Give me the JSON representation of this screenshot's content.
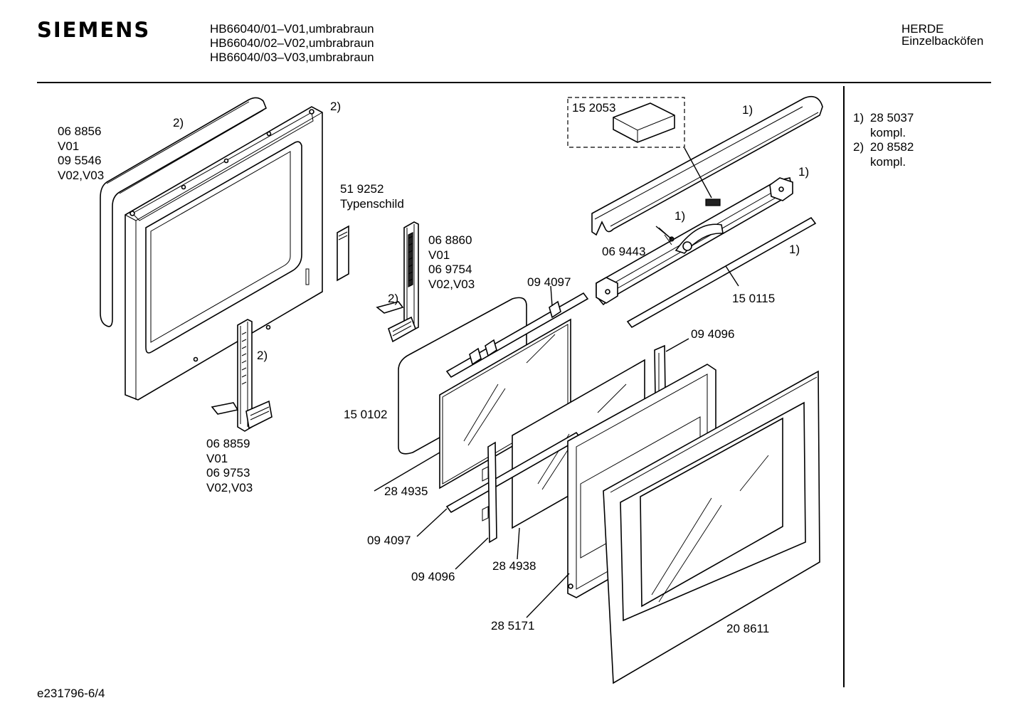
{
  "header": {
    "brand": "SIEMENS",
    "models": [
      "HB66040/01–V01,umbrabraun",
      "HB66040/02–V02,umbrabraun",
      "HB66040/03–V03,umbrabraun"
    ],
    "category": "HERDE",
    "subcategory": "Einzelbacköfen"
  },
  "legend": [
    {
      "key": "1)",
      "part": "28 5037",
      "note": "kompl."
    },
    {
      "key": "2)",
      "part": "20 8582",
      "note": "kompl."
    }
  ],
  "labels": {
    "l1": [
      "06 8856",
      "V01",
      "09 5546",
      "V02,V03"
    ],
    "l2": [
      "51 9252",
      "Typenschild"
    ],
    "l3": [
      "06 8860",
      "V01",
      "06 9754",
      "V02,V03"
    ],
    "l4": [
      "06 8859",
      "V01",
      "06 9753",
      "V02,V03"
    ],
    "p152053": "15 2053",
    "p069443": "06 9443",
    "p150115": "15 0115",
    "p094097a": "09 4097",
    "p094096a": "09 4096",
    "p150102": "15 0102",
    "p284935": "28 4935",
    "p094097b": "09 4097",
    "p094096b": "09 4096",
    "p284938": "28 4938",
    "p285171": "28 5171",
    "p208611": "20 8611",
    "k2a": "2)",
    "k2b": "2)",
    "k2c": "2)",
    "k2d": "2)",
    "k1a": "1)",
    "k1b": "1)",
    "k1c": "1)",
    "k1d": "1)"
  },
  "footer": "e231796-6/4"
}
